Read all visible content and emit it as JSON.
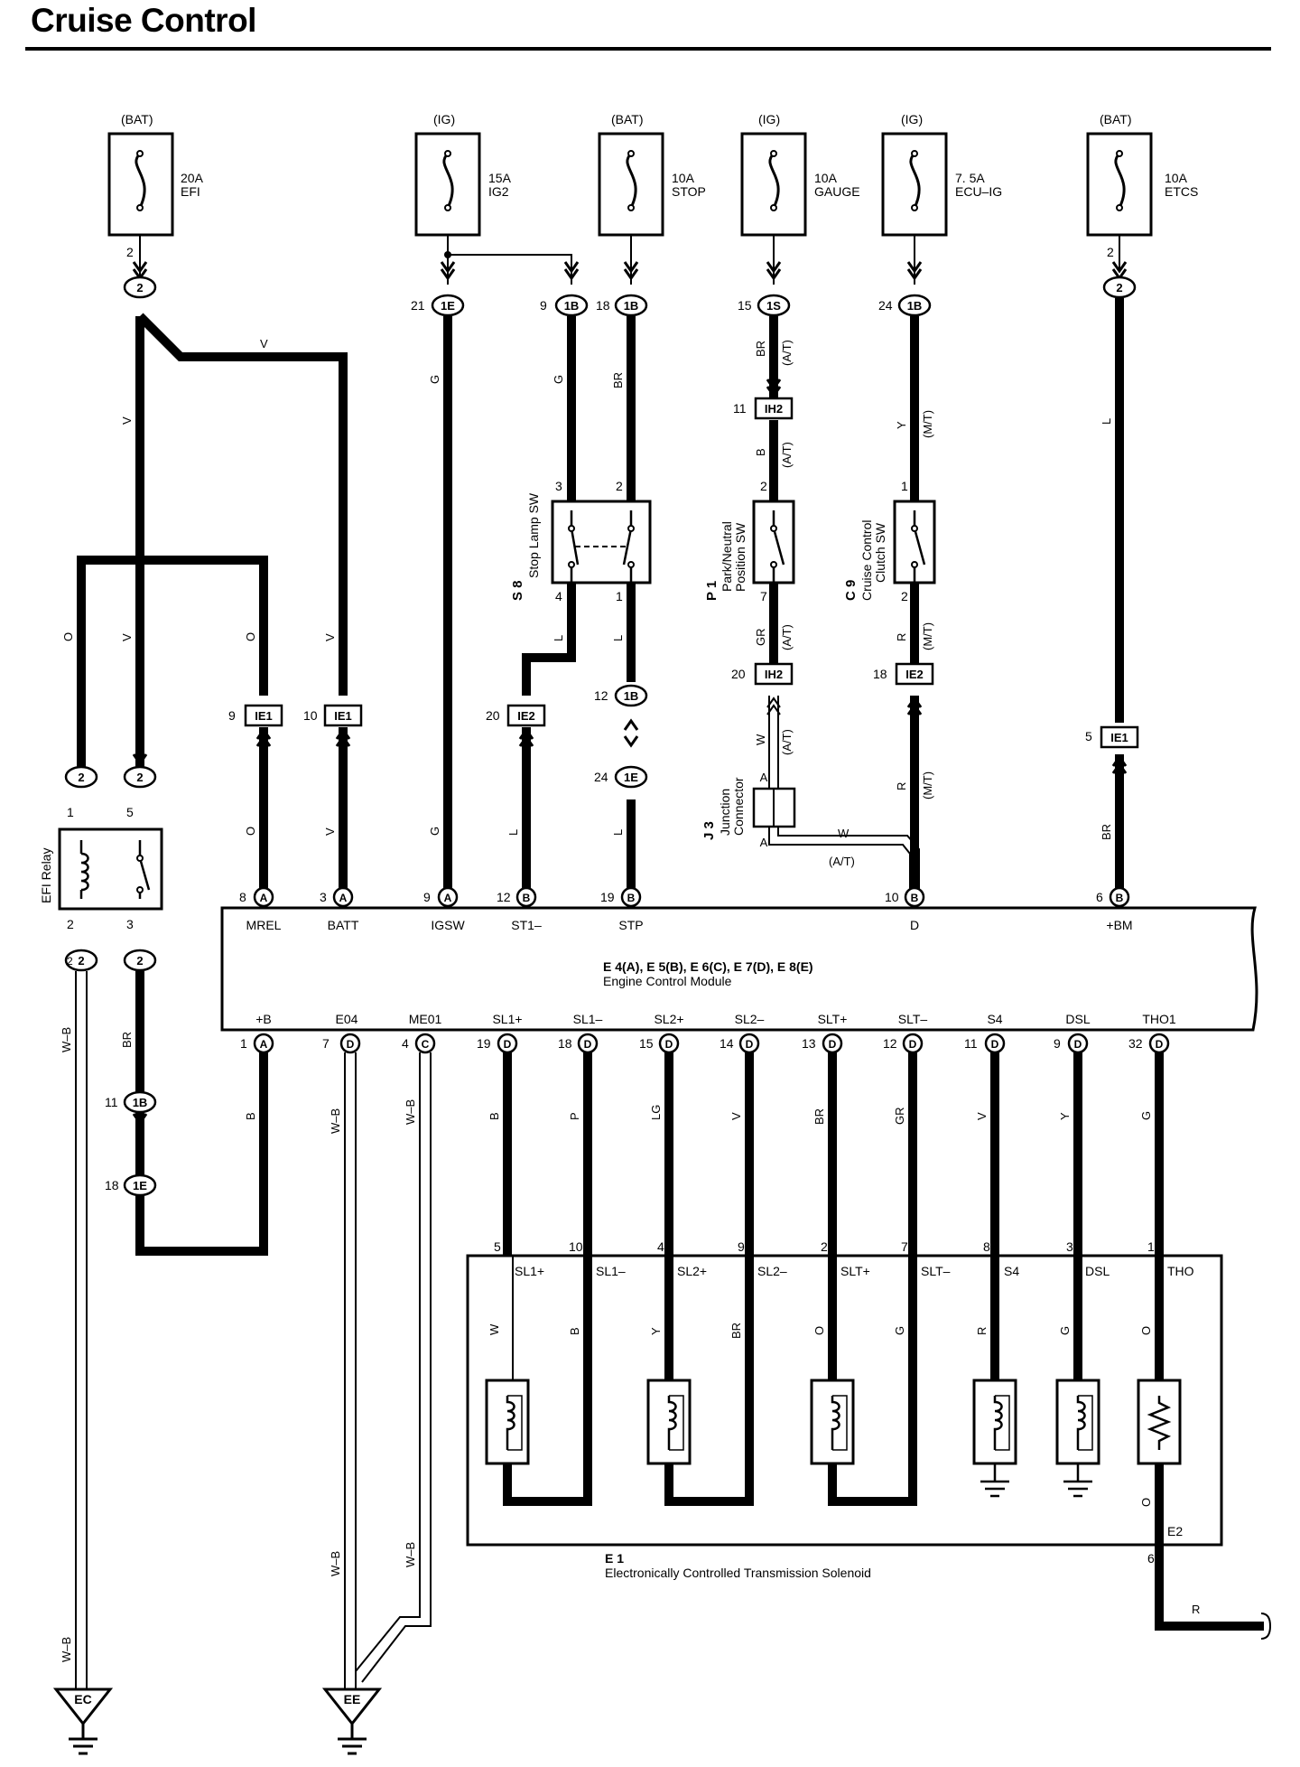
{
  "title": "Cruise Control",
  "fuses": [
    {
      "id": "efi",
      "source": "(BAT)",
      "amp": "20A",
      "name": "EFI"
    },
    {
      "id": "ig2",
      "source": "(IG)",
      "amp": "15A",
      "name": "IG2"
    },
    {
      "id": "stop",
      "source": "(BAT)",
      "amp": "10A",
      "name": "STOP"
    },
    {
      "id": "gauge",
      "source": "(IG)",
      "amp": "10A",
      "name": "GAUGE"
    },
    {
      "id": "ecuig",
      "source": "(IG)",
      "amp": "7. 5A",
      "name": "ECU–IG"
    },
    {
      "id": "etcs",
      "source": "(BAT)",
      "amp": "10A",
      "name": "ETCS"
    }
  ],
  "wire_colors": {
    "v": "V",
    "o": "O",
    "g": "G",
    "br": "BR",
    "l": "L",
    "y": "Y",
    "w": "W",
    "b": "B",
    "r": "R",
    "wb": "W–B",
    "p": "P",
    "lg": "LG",
    "gr": "GR"
  },
  "qualifiers": {
    "at": "(A/T)",
    "mt": "(M/T)"
  },
  "connectors": {
    "c_2": "2",
    "c_1e": "1E",
    "c_1b": "1B",
    "c_1s": "1S",
    "c_a": "A",
    "c_b": "B",
    "c_c": "C",
    "c_d": "D",
    "ie1": "IE1",
    "ie2": "IE2",
    "ih2": "IH2"
  },
  "pins": {
    "p1": "1",
    "p2": "2",
    "p3": "3",
    "p4": "4",
    "p5": "5",
    "p6": "6",
    "p7": "7",
    "p8": "8",
    "p9": "9",
    "p10": "10",
    "p11": "11",
    "p12": "12",
    "p13": "13",
    "p14": "14",
    "p15": "15",
    "p18": "18",
    "p19": "19",
    "p20": "20",
    "p21": "21",
    "p24": "24",
    "p32": "32"
  },
  "components": {
    "s8_code": "S 8",
    "s8_name": "Stop Lamp SW",
    "p1_code": "P 1",
    "p1_name_1": "Park/Neutral",
    "p1_name_2": "Position SW",
    "c9_code": "C 9",
    "c9_name_1": "Cruise Control",
    "c9_name_2": "Clutch SW",
    "j3_code": "J 3",
    "j3_name_1": "Junction",
    "j3_name_2": "Connector",
    "efi_relay": "EFI Relay",
    "ecm_codes": "E 4(A), E 5(B), E 6(C), E 7(D), E 8(E)",
    "ecm_name": "Engine Control Module",
    "e1_code": "E 1",
    "e1_name": "Electronically Controlled Transmission Solenoid"
  },
  "ecm_top_terminals": [
    "MREL",
    "BATT",
    "IGSW",
    "ST1–",
    "STP",
    "D",
    "+BM"
  ],
  "ecm_bottom_terminals": [
    "+B",
    "E04",
    "ME01",
    "SL1+",
    "SL1–",
    "SL2+",
    "SL2–",
    "SLT+",
    "SLT–",
    "S4",
    "DSL",
    "THO1"
  ],
  "solenoid_terminals": [
    "SL1+",
    "SL1–",
    "SL2+",
    "SL2–",
    "SLT+",
    "SLT–",
    "S4",
    "DSL",
    "THO",
    "E2"
  ],
  "grounds": {
    "ec": "EC",
    "ee": "EE"
  }
}
